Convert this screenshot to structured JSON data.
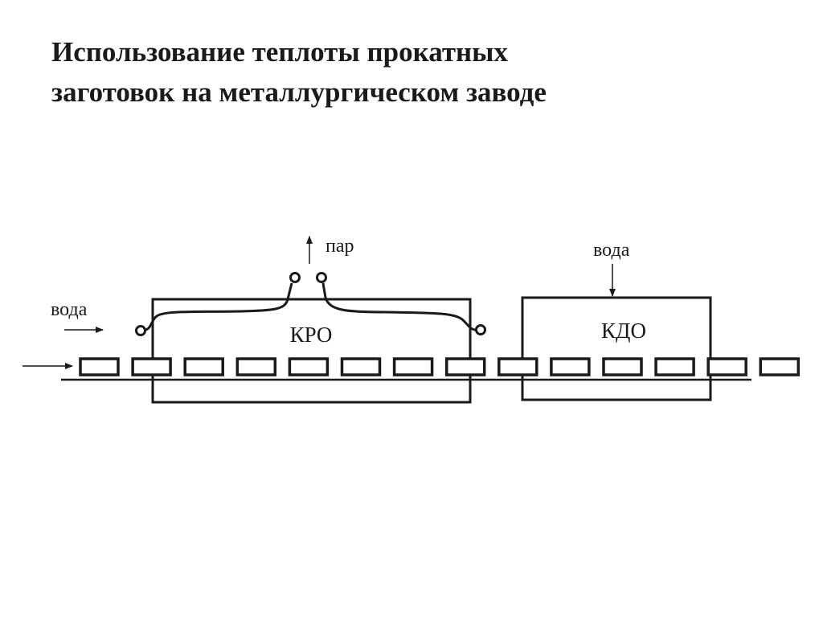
{
  "title": {
    "line1": "Использование теплоты прокатных",
    "line2": "заготовок на металлургическом заводе"
  },
  "diagram": {
    "kro_label": "КРО",
    "kdo_label": "КДО",
    "water_in_kro_label": "вода",
    "steam_out_label": "пар",
    "water_in_kdo_label": "вода",
    "billet_count": 14
  }
}
